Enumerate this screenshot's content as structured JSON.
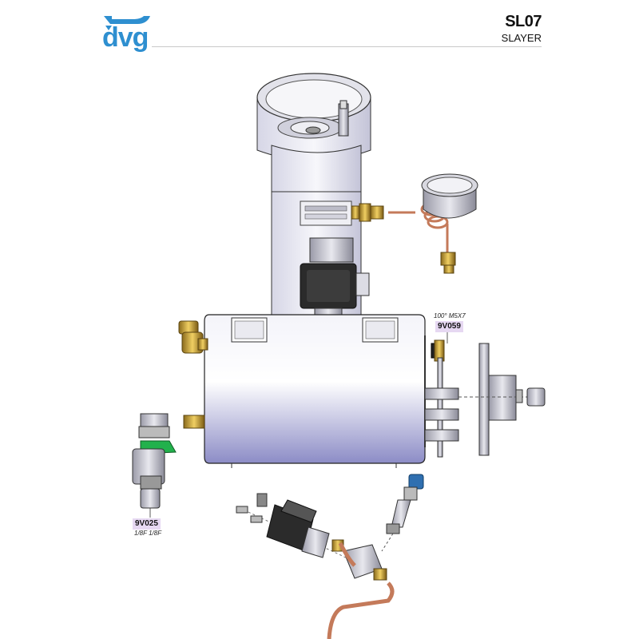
{
  "header": {
    "brand": "dvg",
    "model_code": "SL07",
    "model_name": "SLAYER"
  },
  "callouts": [
    {
      "code": "9V059",
      "spec": "100° M5X7"
    },
    {
      "code": "9V025",
      "spec": "1/8F 1/8F"
    }
  ],
  "colors": {
    "brand_blue": "#2e8fd0",
    "callout_bg": "#e6d8f2",
    "valve_handle": "#22b14c",
    "copper_pipe": "#c47a5a",
    "brass_fitting": "#c9a23a",
    "knob_blue": "#2f6fb0"
  }
}
